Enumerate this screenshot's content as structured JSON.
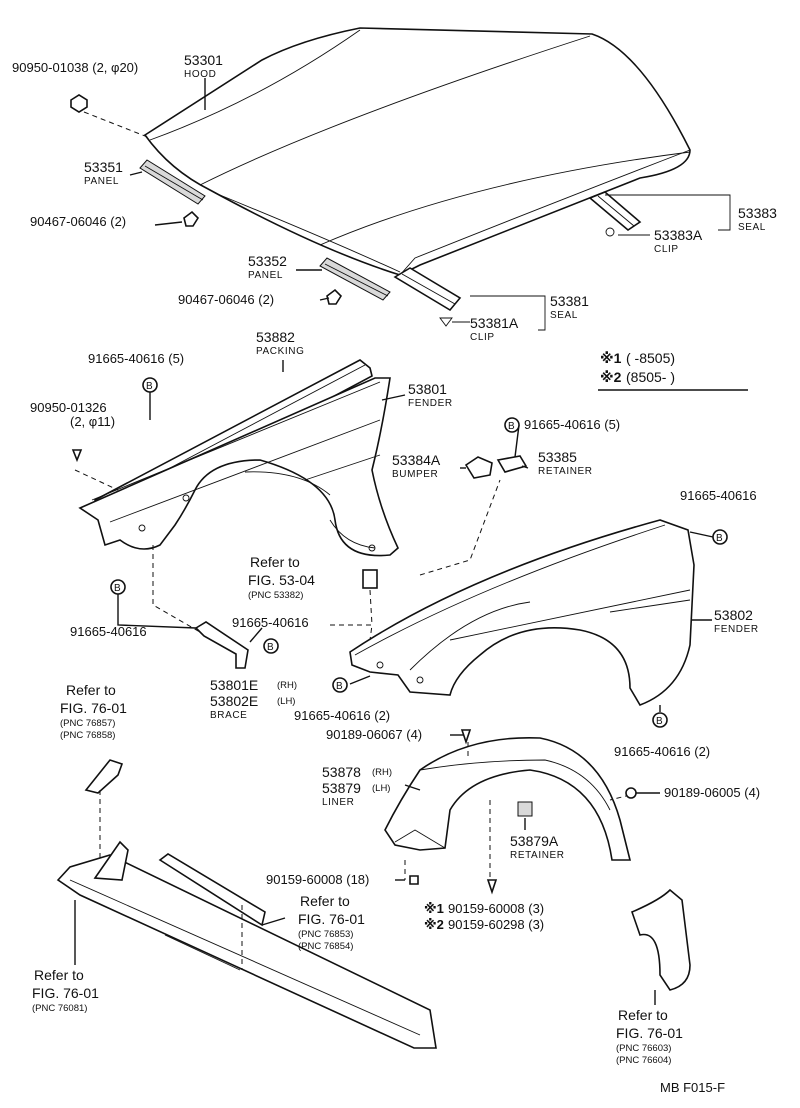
{
  "figure_code": "MB  F015-F",
  "legend": {
    "row1_mark": "※1",
    "row1_text": "(      -8505)",
    "row2_mark": "※2",
    "row2_text": "(8505-      )"
  },
  "callouts": {
    "hood_nut": "90950-01038 (2, φ20)",
    "hood_pn": "53301",
    "hood_name": "HOOD",
    "panel1_pn": "53351",
    "panel1_name": "PANEL",
    "clip_90467_a": "90467-06046 (2)",
    "panel2_pn": "53352",
    "panel2_name": "PANEL",
    "clip_90467_b": "90467-06046 (2)",
    "seal_53383": "53383",
    "seal_53383_name": "SEAL",
    "clip_53383a": "53383A",
    "clip_53383a_name": "CLIP",
    "seal_53381": "53381",
    "seal_53381_name": "SEAL",
    "clip_53381a": "53381A",
    "clip_53381a_name": "CLIP",
    "packing_pn": "53882",
    "packing_name": "PACKING",
    "bolt_top_left": "91665-40616 (5)",
    "nut_90950_01326": "90950-01326",
    "nut_90950_01326_size": "(2, φ11)",
    "fender_left_pn": "53801",
    "fender_left_name": "FENDER",
    "bolt_top_right": "91665-40616 (5)",
    "bumper_pn": "53384A",
    "bumper_name": "BUMPER",
    "retainer_pn": "53385",
    "retainer_name": "RETAINER",
    "bolt_right_fender": "91665-40616",
    "refer_53_04": "Refer to",
    "fig_53_04": "FIG. 53-04",
    "pnc_53382": "(PNC 53382)",
    "bolt_left_low": "91665-40616",
    "bolt_brace": "91665-40616",
    "fender_right_pn": "53802",
    "fender_right_name": "FENDER",
    "brace_rh": "53801E",
    "brace_rh_tag": "(RH)",
    "brace_lh": "53802E",
    "brace_lh_tag": "(LH)",
    "brace_name": "BRACE",
    "bolt_bottom_mid": "91665-40616 (2)",
    "bolt_bottom_right": "91665-40616 (2)",
    "refer_76_01_a": "Refer to",
    "fig_76_01_a": "FIG. 76-01",
    "pnc_76857": "(PNC 76857)",
    "pnc_76858": "(PNC 76858)",
    "screw_90189_06067": "90189-06067 (4)",
    "liner_rh": "53878",
    "liner_rh_tag": "(RH)",
    "liner_lh": "53879",
    "liner_lh_tag": "(LH)",
    "liner_name": "LINER",
    "screw_90189_06005": "90189-06005 (4)",
    "retainer_53879a": "53879A",
    "retainer_53879a_name": "RETAINER",
    "screw_90159_60008_18": "90159-60008 (18)",
    "screw_s1": "90159-60008 (3)",
    "screw_s2": "90159-60298 (3)",
    "refer_76_01_b": "Refer to",
    "fig_76_01_b": "FIG. 76-01",
    "pnc_76853": "(PNC 76853)",
    "pnc_76854": "(PNC 76854)",
    "refer_76_01_c": "Refer to",
    "fig_76_01_c": "FIG. 76-01",
    "pnc_76081": "(PNC 76081)",
    "refer_76_01_d": "Refer to",
    "fig_76_01_d": "FIG. 76-01",
    "pnc_76603": "(PNC 76603)",
    "pnc_76604": "(PNC 76604)"
  },
  "marks": {
    "star1": "※1",
    "star2": "※2",
    "bolt_symbol": "B"
  }
}
